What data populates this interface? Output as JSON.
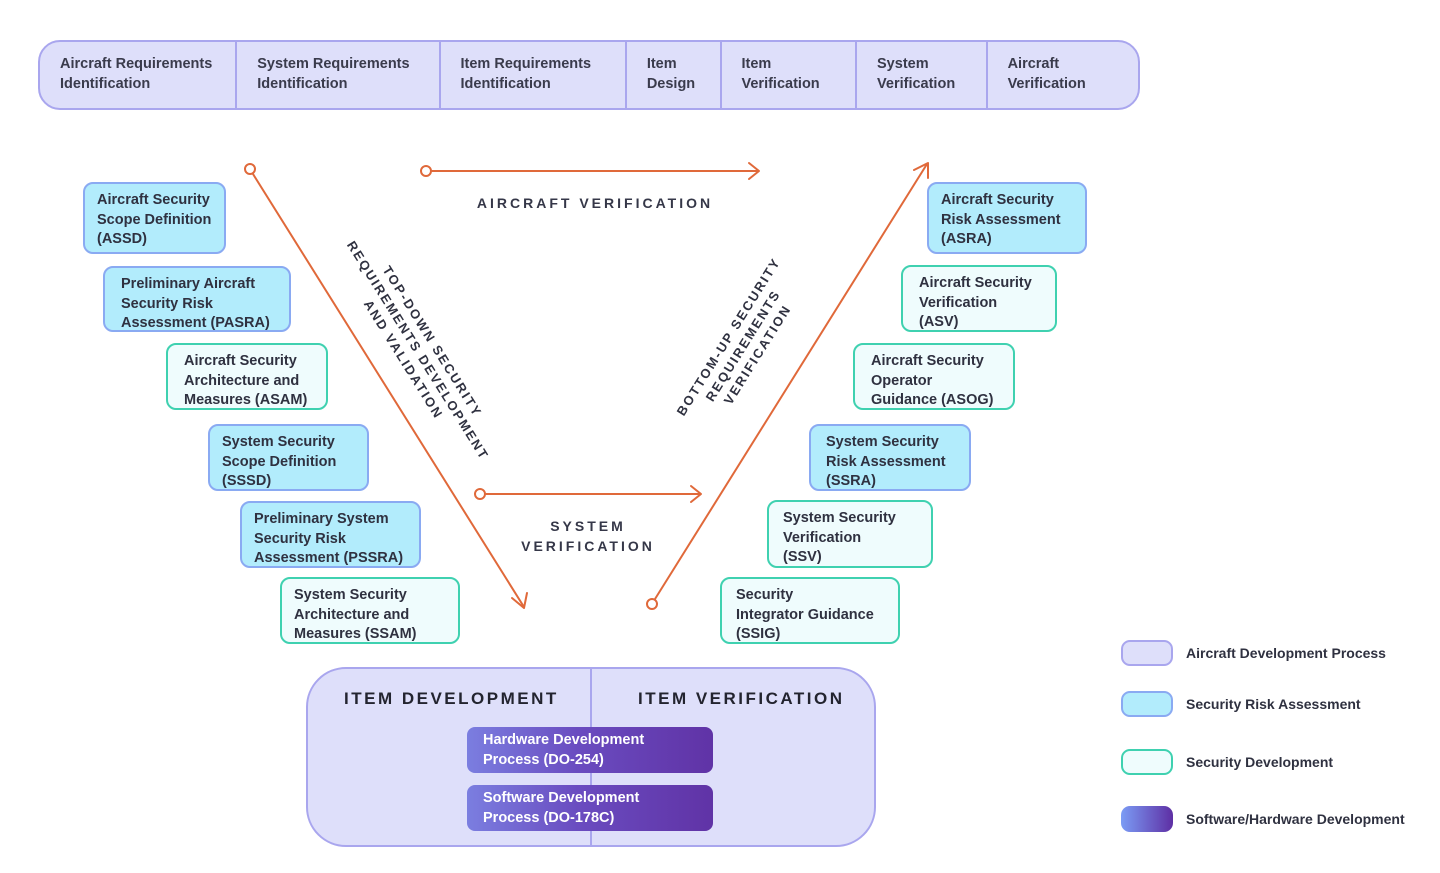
{
  "phases": [
    {
      "label": "Aircraft Requirements\nIdentification"
    },
    {
      "label": "System Requirements\nIdentification"
    },
    {
      "label": "Item Requirements\nIdentification"
    },
    {
      "label": "Item\nDesign"
    },
    {
      "label": "Item\nVerification"
    },
    {
      "label": "System\nVerification"
    },
    {
      "label": "Aircraft\nVerification"
    }
  ],
  "left_boxes": [
    {
      "label": "Aircraft Security\nScope Definition\n(ASSD)",
      "type": "risk"
    },
    {
      "label": "Preliminary Aircraft\nSecurity Risk\nAssessment (PASRA)",
      "type": "risk"
    },
    {
      "label": "Aircraft Security\nArchitecture and\nMeasures (ASAM)",
      "type": "development"
    },
    {
      "label": "System Security\nScope Definition\n(SSSD)",
      "type": "risk"
    },
    {
      "label": "Preliminary System\nSecurity Risk\nAssessment (PSSRA)",
      "type": "risk"
    },
    {
      "label": "System Security\nArchitecture and\nMeasures (SSAM)",
      "type": "development"
    }
  ],
  "right_boxes": [
    {
      "label": "Aircraft Security\nRisk Assessment\n(ASRA)",
      "type": "risk"
    },
    {
      "label": "Aircraft Security\nVerification\n(ASV)",
      "type": "development"
    },
    {
      "label": "Aircraft Security\nOperator\nGuidance (ASOG)",
      "type": "development"
    },
    {
      "label": "System Security\nRisk Assessment\n(SSRA)",
      "type": "risk"
    },
    {
      "label": "System Security\nVerification\n(SSV)",
      "type": "development"
    },
    {
      "label": "Security\nIntegrator Guidance\n(SSIG)",
      "type": "development"
    }
  ],
  "captions": {
    "aircraft_verification": "AIRCRAFT VERIFICATION",
    "system_verification": "SYSTEM\nVERIFICATION",
    "top_down": "TOP-DOWN SECURITY\nREQUIREMENTS DEVELOPMENT\nAND VALIDATION",
    "bottom_up": "BOTTOM-UP SECURITY\nREQUIREMENTS\nVERIFICATION"
  },
  "item": {
    "development_label": "ITEM DEVELOPMENT",
    "verification_label": "ITEM VERIFICATION",
    "processes": [
      {
        "label": "Hardware Development\nProcess (DO-254)"
      },
      {
        "label": "Software Development\nProcess (DO-178C)"
      }
    ]
  },
  "legend": [
    {
      "label": "Aircraft Development Process",
      "fill": "#dedffa",
      "border": "#a9a6ee"
    },
    {
      "label": "Security Risk Assessment",
      "fill": "#b2ecfc",
      "border": "#8aaaf2"
    },
    {
      "label": "Security Development",
      "fill": "#effcfd",
      "border": "#3fd1b0"
    },
    {
      "label": "Software/Hardware Development",
      "fill": "gradient",
      "border": "#6a4cc0"
    }
  ],
  "colors": {
    "arrow": "#e0693a",
    "aircraft_process": "#dedffa",
    "risk_assessment": "#b2ecfc",
    "security_development": "#effcfd",
    "sw_hw_dev_start": "#7b9cf5",
    "sw_hw_dev_end": "#5e2fa4"
  }
}
